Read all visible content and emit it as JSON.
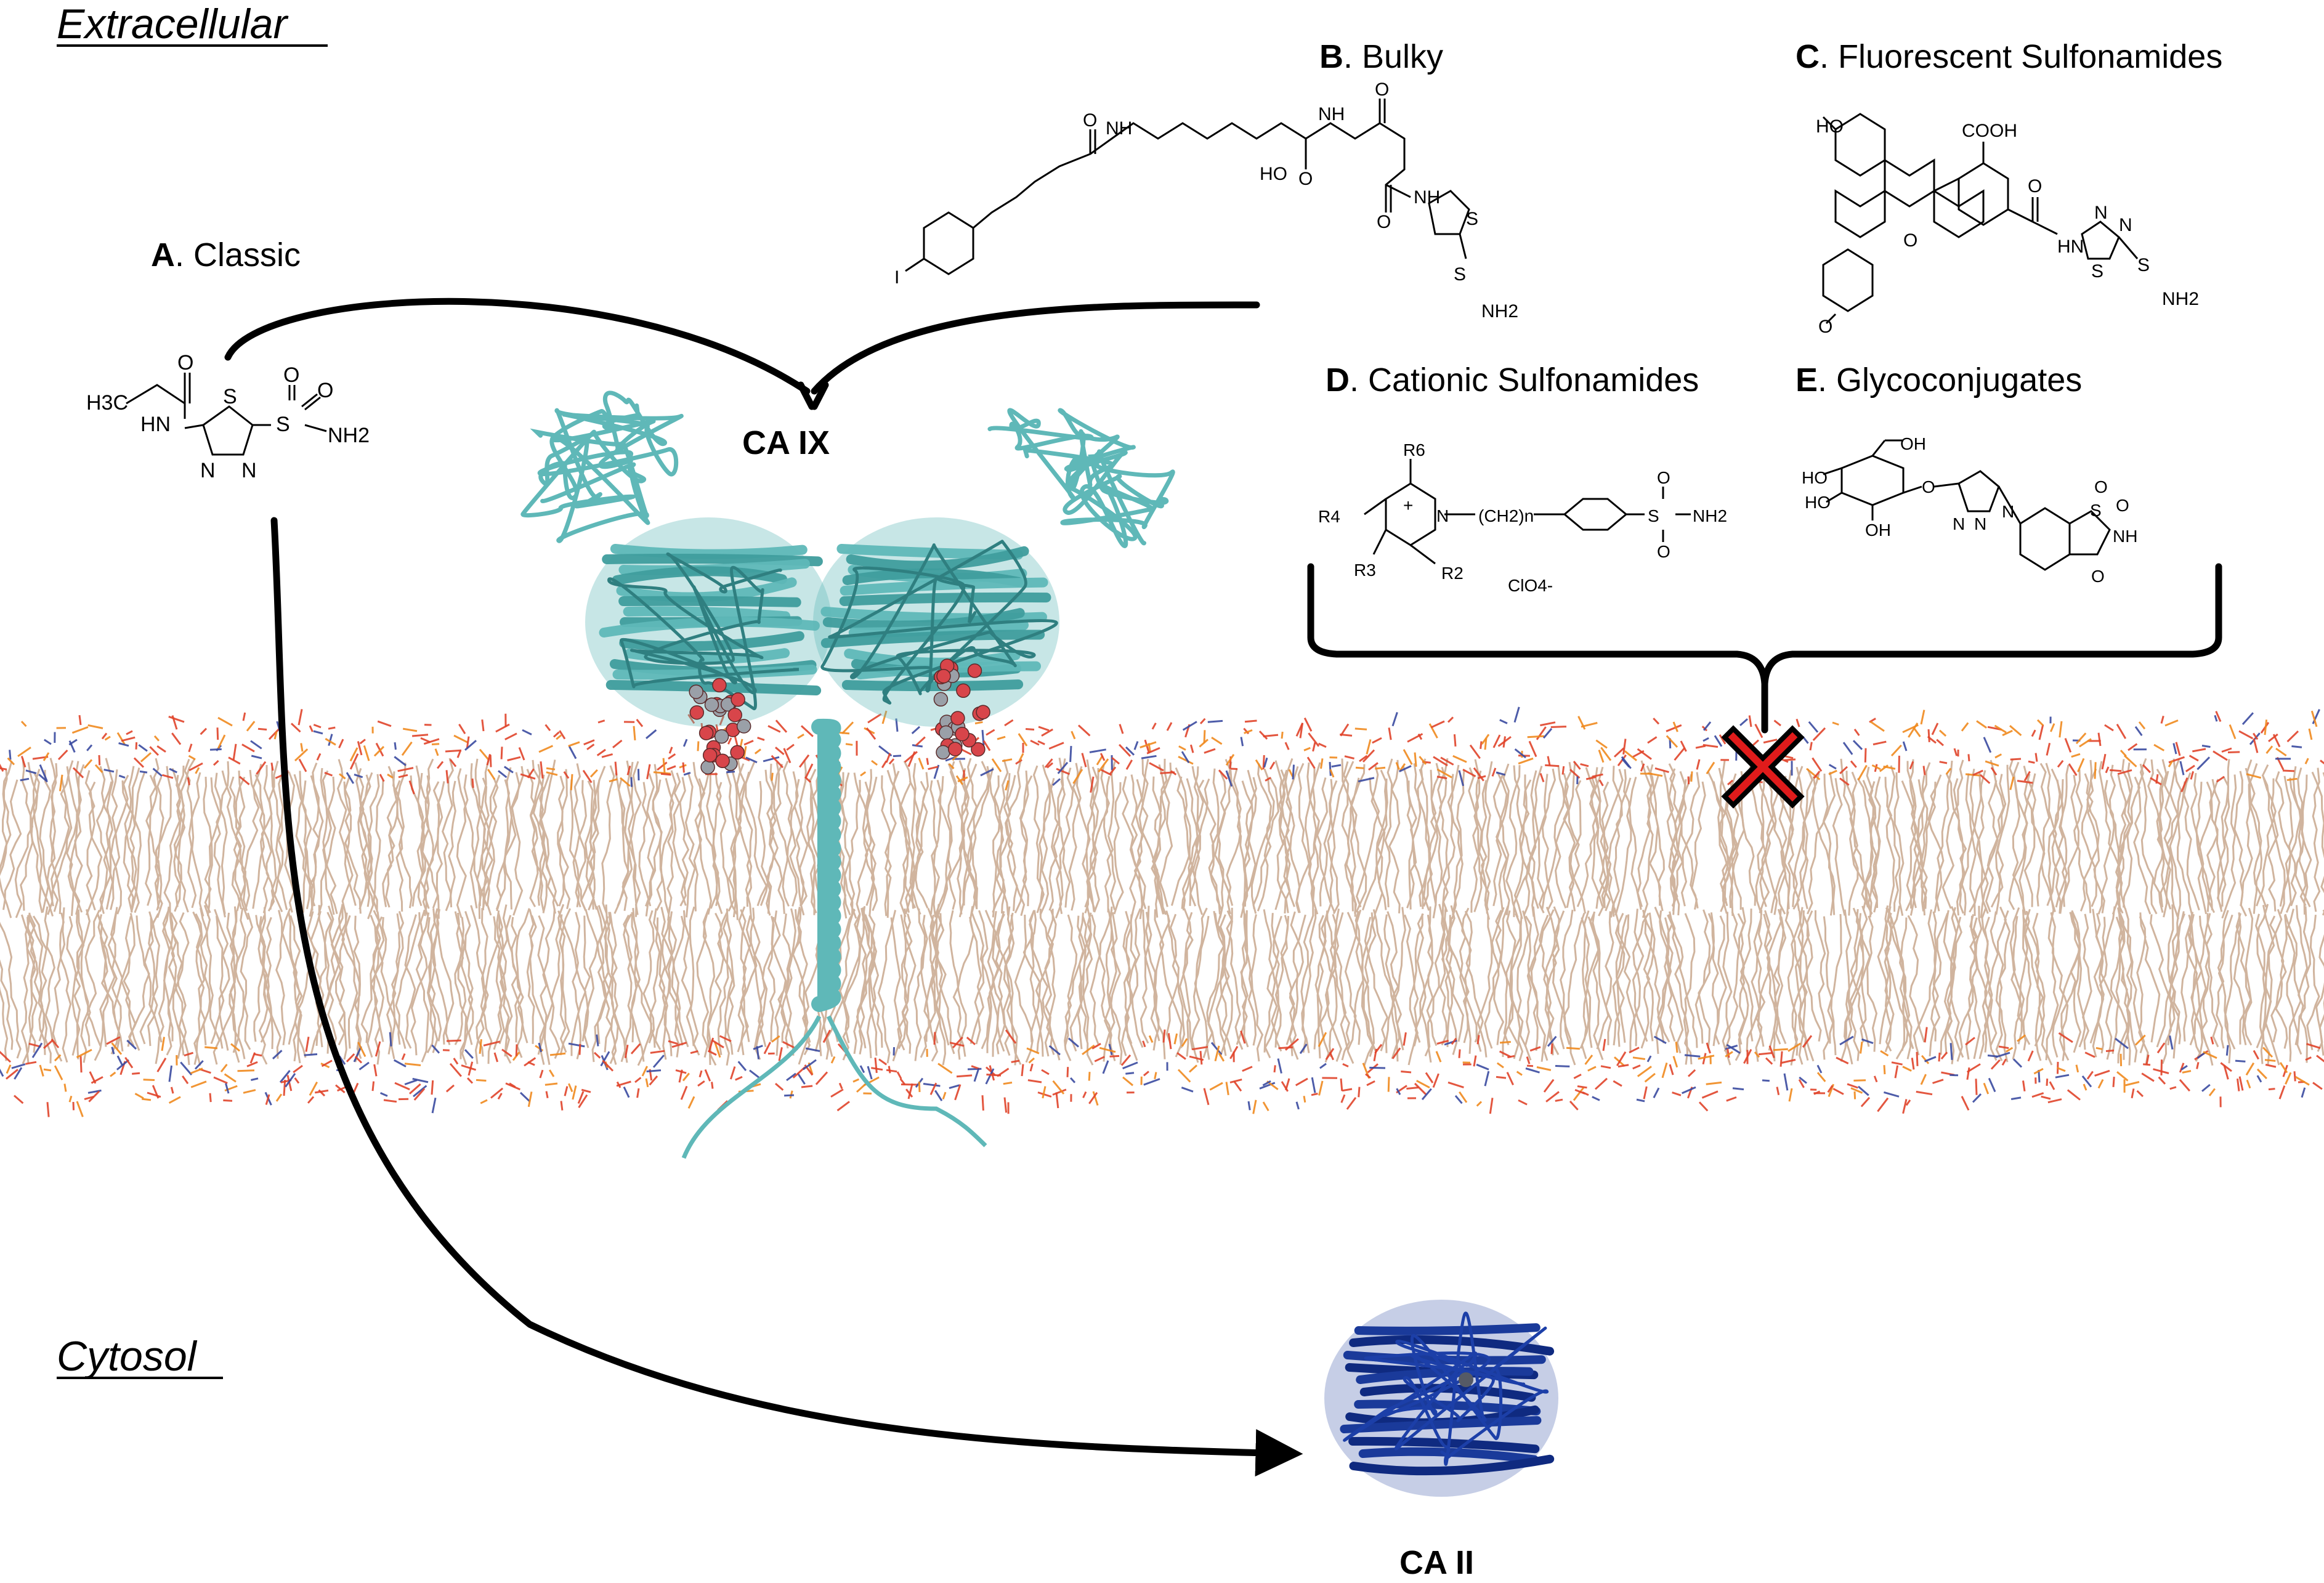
{
  "regions": {
    "extracellular": "Extracellular",
    "cytosol": "Cytosol"
  },
  "proteins": {
    "ca_ix": "CA IX",
    "ca_ii": "CA II"
  },
  "panels": {
    "a": {
      "letter": "A",
      "label": ". Classic"
    },
    "b": {
      "letter": "B",
      "label": ". Bulky"
    },
    "c": {
      "letter": "C",
      "label": ". Fluorescent Sulfonamides"
    },
    "d": {
      "letter": "D",
      "label": ". Cationic Sulfonamides"
    },
    "e": {
      "letter": "E",
      "label": ". Glycoconjugates"
    }
  },
  "atoms": {
    "h3c": "H3C",
    "hn": "HN",
    "s": "S",
    "o": "O",
    "n": "N",
    "nh2": "NH2",
    "nh": "NH",
    "ho": "HO",
    "oh": "OH",
    "i": "I",
    "cooh": "COOH",
    "r6": "R6",
    "r4": "R4",
    "r3": "R3",
    "r2": "R2",
    "ch2n": "(CH2)n",
    "clo4": "ClO4-",
    "plus": "+"
  },
  "colors": {
    "membrane_tail": "#c8a88e",
    "membrane_head": "#e0442a",
    "membrane_phosphate": "#f08a1e",
    "membrane_nitrogen": "#3a4aa0",
    "ca_ix": "#5fb8b8",
    "ca_ii": "#1a3a9a",
    "ligand_sphere": "#d8454a",
    "block_mark": "#e01b1b"
  }
}
